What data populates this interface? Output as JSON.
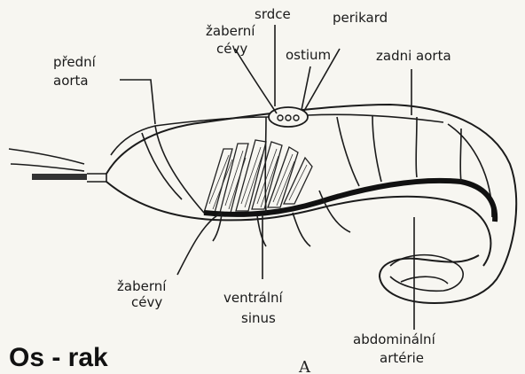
{
  "labels": {
    "predni_aorta_1": "přední",
    "predni_aorta_2": "aorta",
    "zaberni_top_1": "žaberní",
    "zaberni_top_2": "cévy",
    "srdce": "srdce",
    "perikard": "perikard",
    "ostium": "ostium",
    "zadni_aorta": "zadni aorta",
    "zaberni_bottom_1": "žaberní",
    "zaberni_bottom_2": "cévy",
    "ventralni_1": "ventrální",
    "ventralni_2": "sinus",
    "abdominalni_1": "abdominální",
    "abdominalni_2": "artérie"
  },
  "title": "Os - rak",
  "figure_letter": "A"
}
